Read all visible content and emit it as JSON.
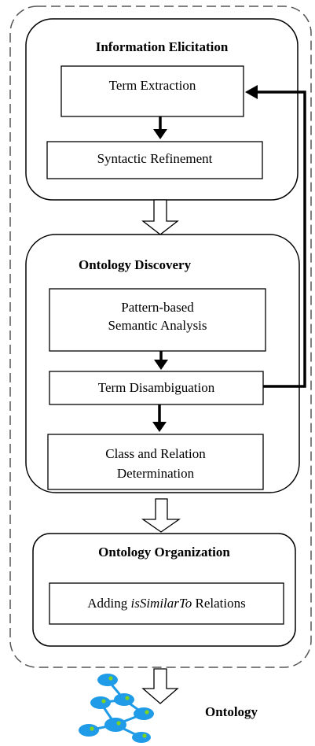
{
  "stages": [
    {
      "title": "Information Elicitation",
      "steps": [
        "Term Extraction",
        "Syntactic Refinement"
      ]
    },
    {
      "title": "Ontology Discovery",
      "steps": [
        "Pattern-based",
        "Semantic Analysis",
        "Term Disambiguation",
        "Class and Relation",
        "Determination"
      ]
    },
    {
      "title": "Ontology Organization",
      "steps": [
        "Adding ",
        "isSimilarTo",
        " Relations"
      ]
    }
  ],
  "output": {
    "label": "Ontology",
    "icon": "molecule-network-icon"
  },
  "colors": {
    "line": "#000000",
    "dash": "#555555",
    "node": "#1f9be8",
    "node_center": "#7ed321",
    "edge": "#1f9be8"
  }
}
